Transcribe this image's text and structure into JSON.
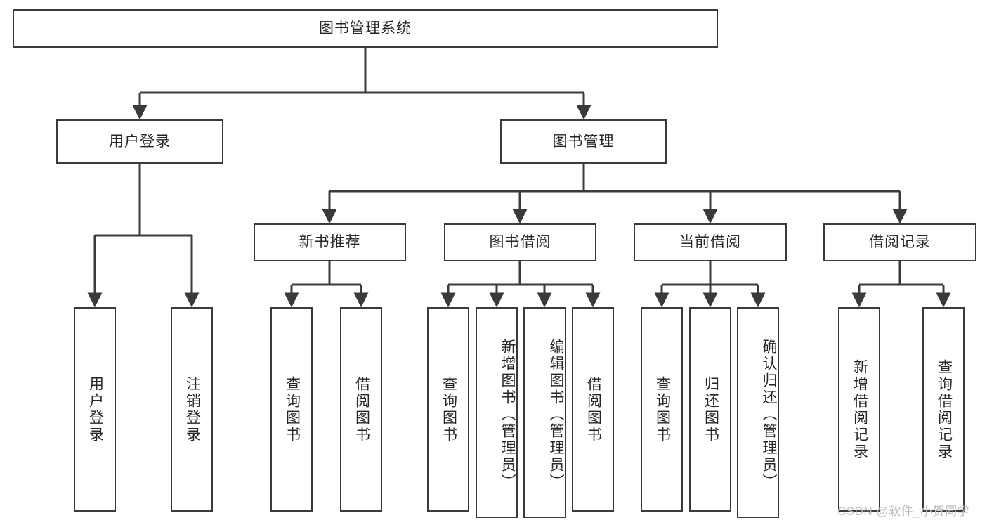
{
  "diagram": {
    "title": "图书管理系统",
    "type": "hierarchy-tree",
    "watermark": "CSDN @软件_小贺同学",
    "colors": {
      "box_border": "#3a3a3a",
      "box_fill": "#ffffff",
      "connector": "#3a3a3a",
      "text": "#262626",
      "watermark": "#bdbdbd"
    },
    "levels": {
      "root": "图书管理系统",
      "level2": [
        "用户登录",
        "图书管理"
      ],
      "level3": [
        "新书推荐",
        "图书借阅",
        "当前借阅",
        "借阅记录"
      ]
    },
    "nodes": {
      "root": {
        "label": "图书管理系统"
      },
      "user_login": {
        "label": "用户登录"
      },
      "book_manage": {
        "label": "图书管理"
      },
      "new_book_rec": {
        "label": "新书推荐"
      },
      "book_borrow": {
        "label": "图书借阅"
      },
      "current_borrow": {
        "label": "当前借阅"
      },
      "borrow_record": {
        "label": "借阅记录"
      }
    },
    "leaves": {
      "user_login": [
        {
          "label": "用户登录"
        },
        {
          "label": "注销登录"
        }
      ],
      "new_book_rec": [
        {
          "label": "查询图书"
        },
        {
          "label": "借阅图书"
        }
      ],
      "book_borrow": [
        {
          "label": "查询图书"
        },
        {
          "label": "新增图书（管理员）"
        },
        {
          "label": "编辑图书（管理员）"
        },
        {
          "label": "借阅图书"
        }
      ],
      "current_borrow": [
        {
          "label": "查询图书"
        },
        {
          "label": "归还图书"
        },
        {
          "label": "确认归还（管理员）"
        }
      ],
      "borrow_record": [
        {
          "label": "新增借阅记录"
        },
        {
          "label": "查询借阅记录"
        }
      ]
    }
  }
}
